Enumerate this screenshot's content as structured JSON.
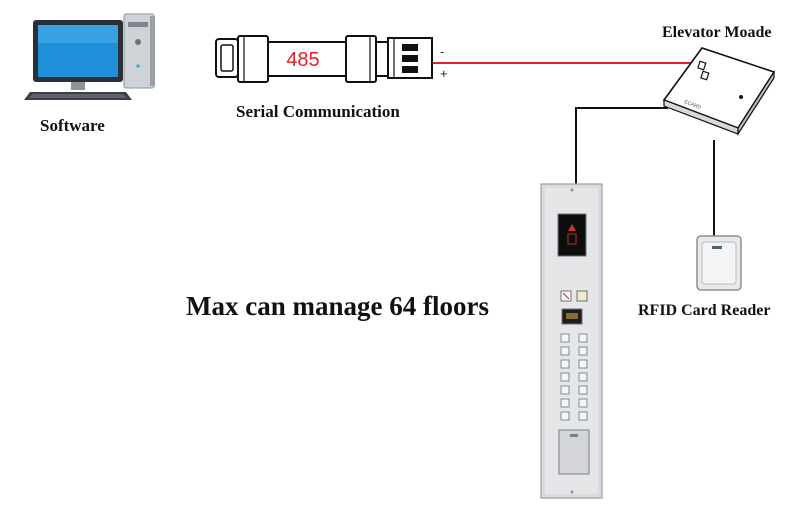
{
  "labels": {
    "software": "Software",
    "serial_communication": "Serial Communication",
    "elevator_module": "Elevator Moade",
    "rfid_reader": "RFID Card Reader",
    "max_floors": "Max can manage 64 floors"
  },
  "converter": {
    "display_text": "485",
    "minus": "-",
    "plus": "+"
  },
  "colors": {
    "wire_red": "#e0232b",
    "wire_black": "#111111",
    "converter_text": "#e0232b",
    "screen_blue": "#1e8fd8"
  }
}
